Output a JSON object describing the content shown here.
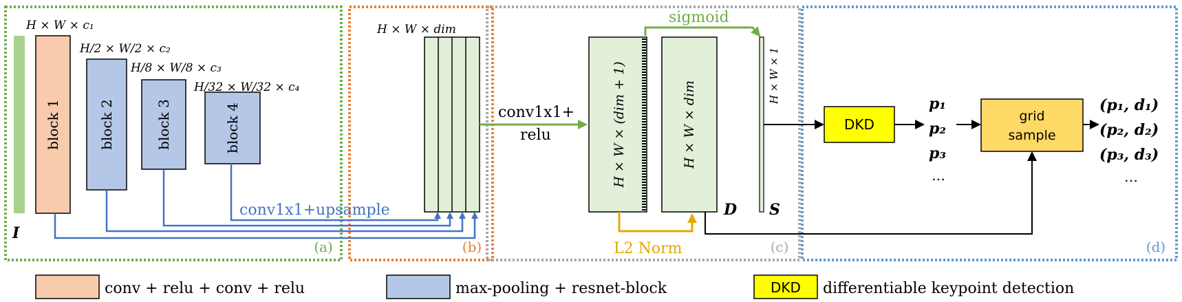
{
  "colors": {
    "green_dotted": "#70ad47",
    "orange_dotted": "#ed7d31",
    "gray_dotted": "#a6a6a6",
    "blue_dotted": "#5b9bd5",
    "block_orange": "#f8cbad",
    "block_blue": "#b4c7e7",
    "feature_green": "#e2f0d9",
    "arrow_blue": "#4472c4",
    "arrow_green": "#70ad47",
    "arrow_gold": "#e6a800",
    "dkd_yellow": "#ffff00",
    "grid_gold": "#ffd966"
  },
  "panels": {
    "a": "(a)",
    "b": "(b)",
    "c": "(c)",
    "d": "(d)"
  },
  "backbone": {
    "input_label": "I",
    "blocks": [
      {
        "label": "block 1",
        "dim": "H × W × c₁"
      },
      {
        "label": "block 2",
        "dim": "H/2 × W/2 × c₂"
      },
      {
        "label": "block 3",
        "dim": "H/8 × W/8 × c₃"
      },
      {
        "label": "block 4",
        "dim": "H/32 × W/32 × c₄"
      }
    ],
    "upsample_label": "conv1x1+upsample"
  },
  "aggregation": {
    "dim": "H × W × dim"
  },
  "head": {
    "conv_label_1": "conv1x1+",
    "conv_label_2": "relu",
    "feature_dim": "H × W × (dim + 1)",
    "desc_dim": "H × W × dim",
    "score_dim": "H × W × 1",
    "sigmoid_label": "sigmoid",
    "l2norm_label": "L2 Norm",
    "desc_label": "D",
    "score_label": "S"
  },
  "detection": {
    "dkd_label": "DKD",
    "grid_label_1": "grid",
    "grid_label_2": "sample",
    "points": [
      "p₁",
      "p₂",
      "p₃",
      "…"
    ],
    "pairs": [
      "(p₁, d₁)",
      "(p₂, d₂)",
      "(p₃, d₃)",
      "…"
    ]
  },
  "legend": [
    {
      "swatch": "",
      "text": "conv + relu + conv + relu"
    },
    {
      "swatch": "",
      "text": "max-pooling + resnet-block"
    },
    {
      "swatch": "DKD",
      "text": "differentiable keypoint detection"
    }
  ]
}
